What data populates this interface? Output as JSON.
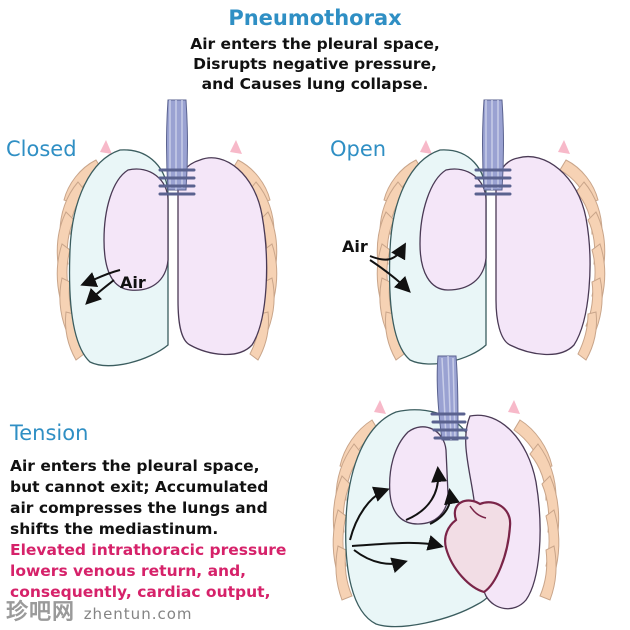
{
  "header": {
    "title": "Pneumothorax",
    "subtitle_lines": [
      "Air enters the pleural space,",
      "Disrupts negative pressure,",
      "and Causes lung collapse."
    ]
  },
  "panels": {
    "closed": {
      "label": "Closed",
      "air_label": "Air"
    },
    "open": {
      "label": "Open",
      "air_label": "Air"
    },
    "tension": {
      "label": "Tension",
      "description_lines": [
        "Air enters the pleural space,",
        "but cannot exit; Accumulated",
        "air compresses the lungs and",
        "shifts the mediastinum."
      ],
      "consequence_lines": [
        "Elevated intrathoracic pressure",
        "lowers venous return, and,",
        "consequently, cardiac output,"
      ]
    }
  },
  "watermark": {
    "text": "珍吧网",
    "url": "zhentun.com"
  },
  "colors": {
    "title_blue": "#2f8fc4",
    "consequence_red": "#d6226a",
    "lung_pink": "#f4e6f8",
    "pleural_space": "#e9f6f7",
    "trachea": "#8a93c4",
    "rib": "#f6d2b4",
    "heart": "#f2dde5"
  }
}
